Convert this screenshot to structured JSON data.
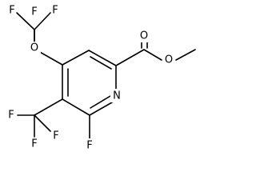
{
  "molecule": {
    "atoms": {
      "f_top_left": "F",
      "f_top_right": "F",
      "f_top_bottom": "F",
      "o_ether": "O",
      "o_carbonyl": "O",
      "o_ester": "O",
      "n_ring": "N",
      "f_cf3_left": "F",
      "f_cf3_right": "F",
      "f_cf3_bottom": "F",
      "f_ring": "F"
    }
  }
}
